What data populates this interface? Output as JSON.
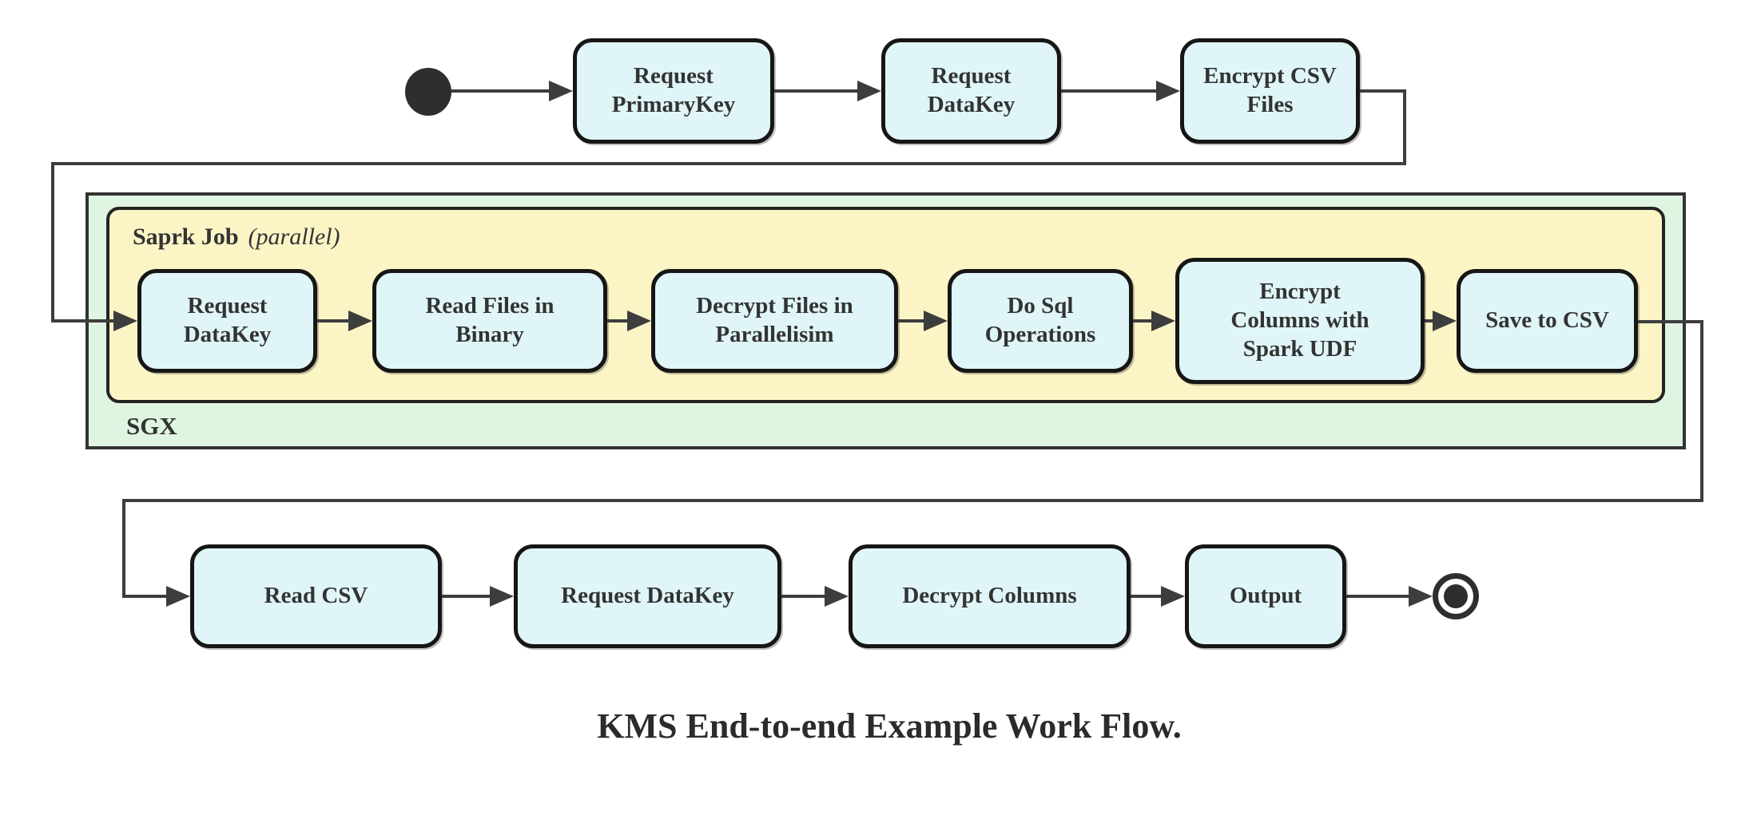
{
  "diagram": {
    "caption": "KMS End-to-end Example Work Flow.",
    "colors": {
      "node_fill": "#e0f5f7",
      "node_border": "#161616",
      "sgx_fill": "#dff5e2",
      "spark_fill": "#fbf5c6",
      "edge": "#3d3d3d",
      "text": "#333333"
    },
    "top_row": {
      "nodes": [
        {
          "label": "Request PrimaryKey"
        },
        {
          "label": "Request DataKey"
        },
        {
          "label": "Encrypt CSV Files"
        }
      ]
    },
    "sgx_container": {
      "label": "SGX",
      "spark_container": {
        "title": "Saprk Job",
        "qualifier": "(parallel)",
        "nodes": [
          {
            "label": "Request DataKey"
          },
          {
            "label": "Read Files in Binary"
          },
          {
            "label": "Decrypt Files in Parallelisim"
          },
          {
            "label": "Do Sql Operations"
          },
          {
            "label": "Encrypt Columns with Spark UDF"
          },
          {
            "label": "Save to CSV"
          }
        ]
      }
    },
    "bottom_row": {
      "nodes": [
        {
          "label": "Read CSV"
        },
        {
          "label": "Request DataKey"
        },
        {
          "label": "Decrypt Columns"
        },
        {
          "label": "Output"
        }
      ]
    },
    "markers": {
      "start": "start-state",
      "end": "end-state"
    }
  }
}
